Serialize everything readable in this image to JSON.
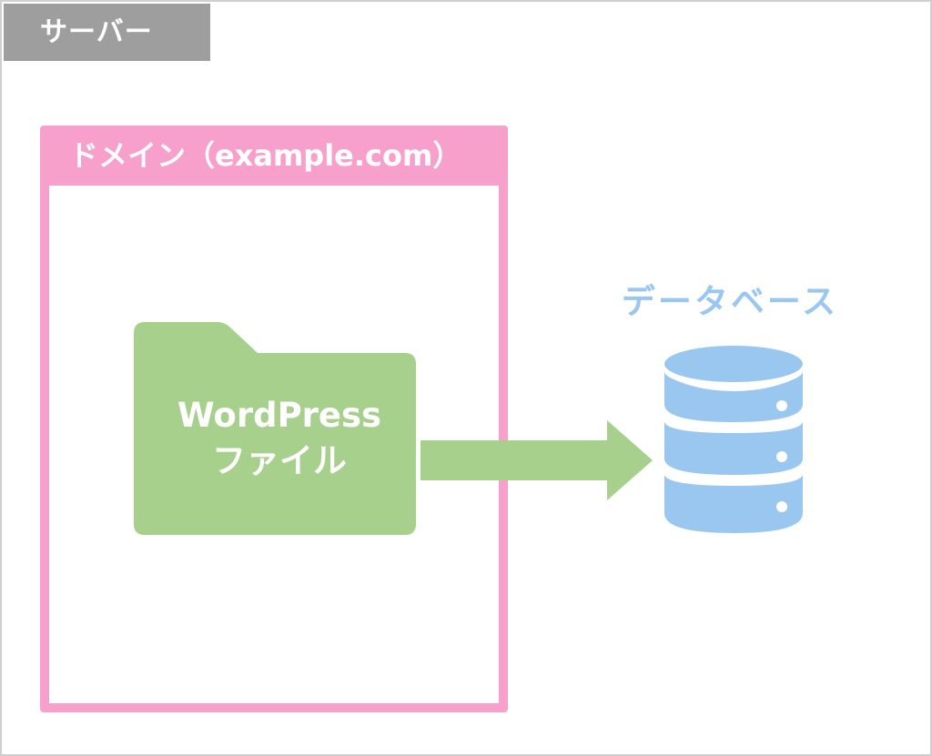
{
  "server": {
    "label": "サーバー"
  },
  "domain": {
    "label": "ドメイン（example.com）"
  },
  "folder": {
    "line1": "WordPress",
    "line2": "ファイル",
    "icon": "folder-icon"
  },
  "database": {
    "label": "データベース",
    "icon": "database-icon"
  },
  "colors": {
    "server_label_bg": "#9e9e9e",
    "domain_border": "#f7a0cb",
    "folder_fill": "#a8d08d",
    "arrow_fill": "#a8d08d",
    "database_fill": "#99c7ef",
    "frame_border": "#cfcfcf"
  }
}
